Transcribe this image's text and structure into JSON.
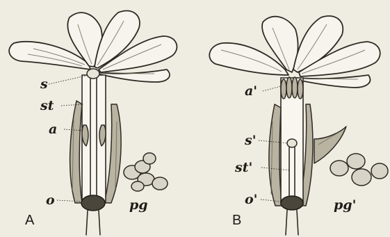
{
  "panels": {
    "left": {
      "panel_label": "A",
      "labels": {
        "s": "s",
        "st": "st",
        "a": "a",
        "o": "o",
        "pg": "pg"
      }
    },
    "right": {
      "panel_label": "B",
      "labels": {
        "a": "a'",
        "s": "s'",
        "st": "st'",
        "o": "o'",
        "pg": "pg'"
      }
    }
  }
}
